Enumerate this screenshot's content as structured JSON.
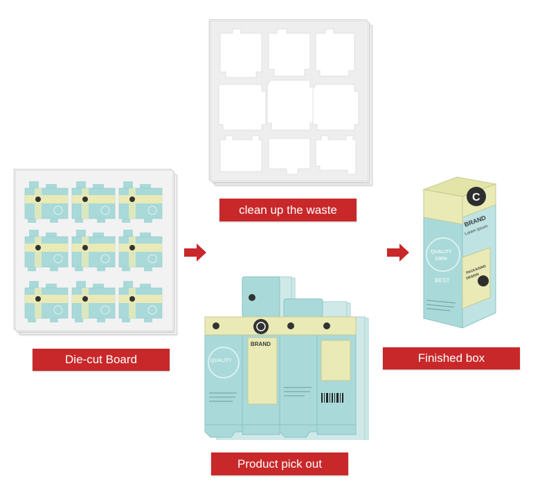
{
  "labels": {
    "waste": "clean up the waste",
    "board": "Die-cut Board",
    "finished": "Finished box",
    "pick": "Product pick out"
  },
  "box_text": {
    "brand": "BRAND",
    "brand_sub": "Lorem Ipsum",
    "packaging": "PACKAGING",
    "design": "DESIGN",
    "quality": "QUALITY",
    "percent": "100%",
    "best": "BEST",
    "logo_letter": "C"
  },
  "icons": {
    "arrow": "right-arrow-icon",
    "logo": "c-logo-icon"
  },
  "colors": {
    "label_bg": "#c8282a",
    "box_blue": "#a9d9d9",
    "box_yellow": "#e9eab6",
    "board_bg": "#f2f2f2"
  }
}
